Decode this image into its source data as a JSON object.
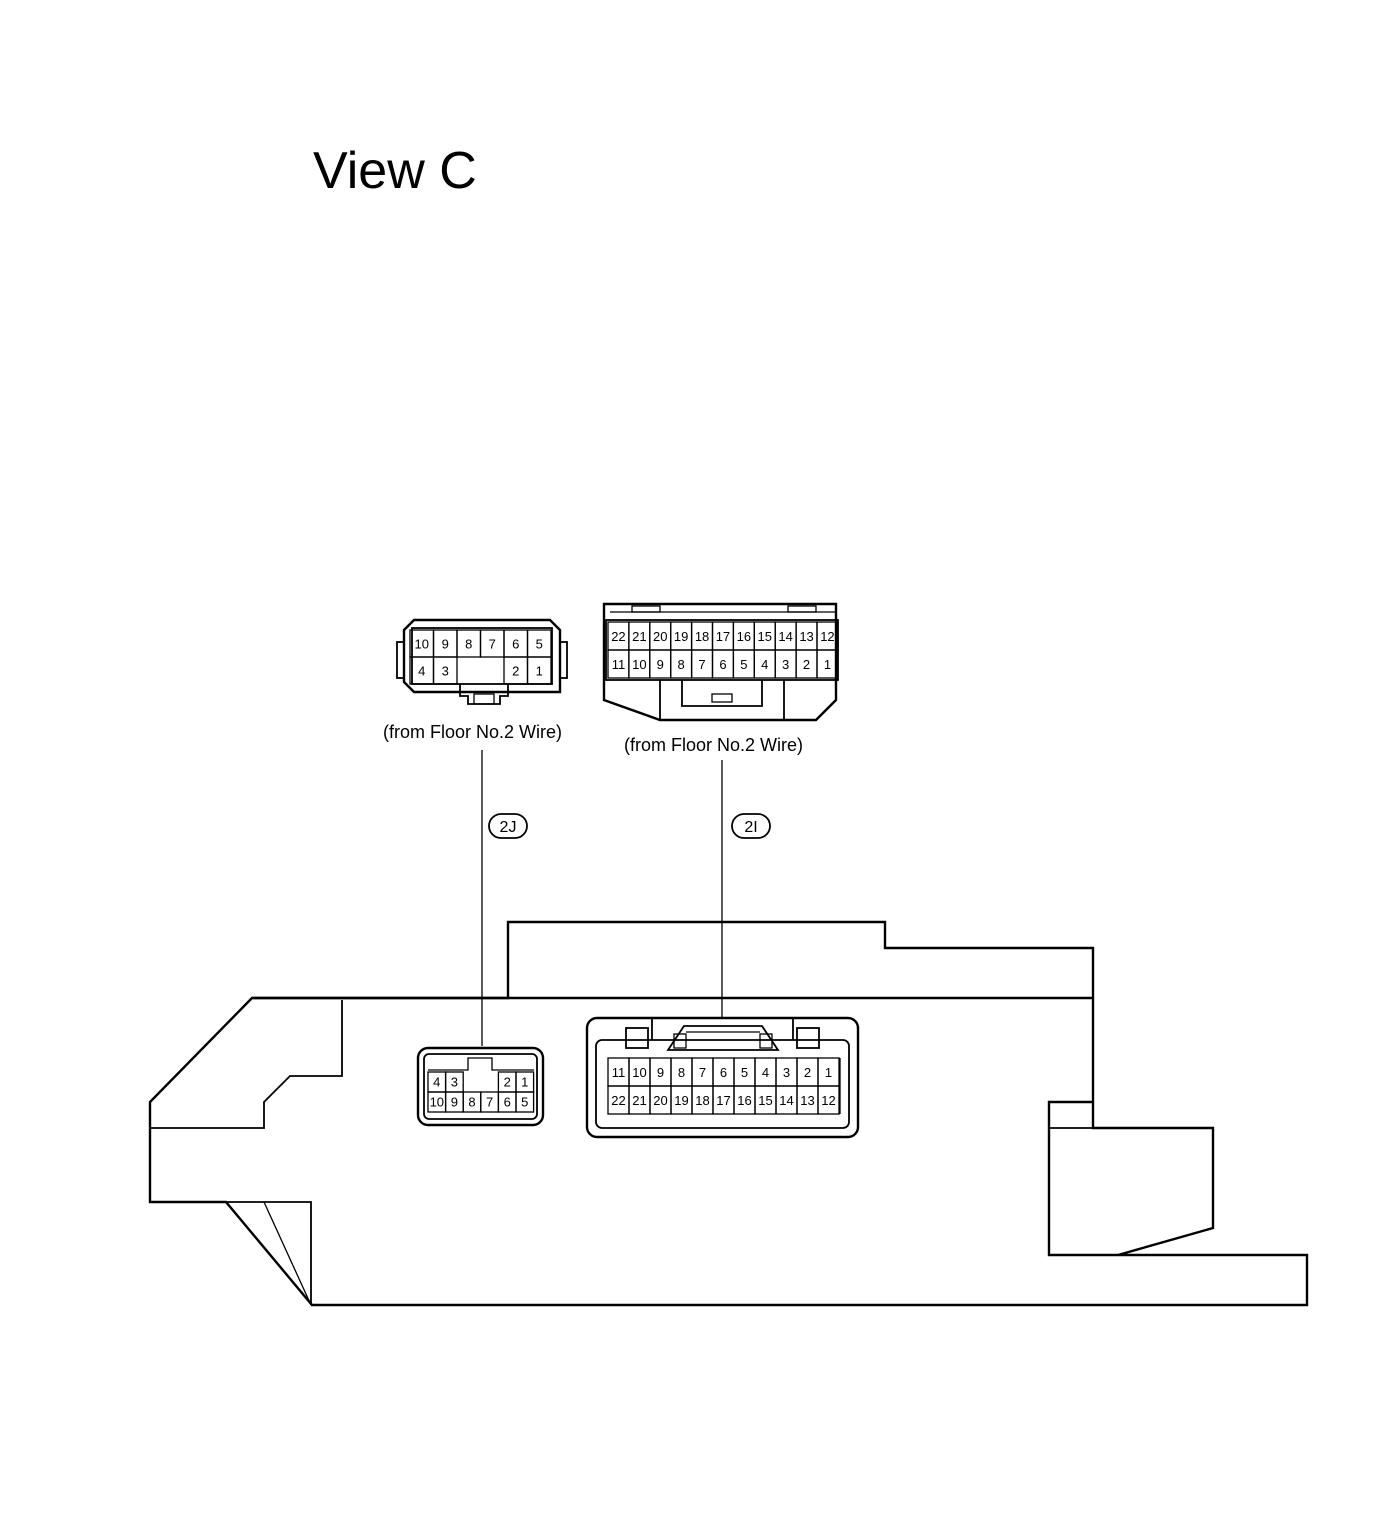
{
  "title": "View C",
  "connectors": [
    {
      "code": "2J",
      "source_label": "(from Floor No.2 Wire)",
      "harness_side_rows": [
        [
          "10",
          "9",
          "8",
          "7",
          "6",
          "5"
        ],
        [
          "4",
          "3",
          "",
          "",
          "2",
          "1"
        ]
      ],
      "device_side_rows": [
        [
          "4",
          "3",
          "",
          "",
          "2",
          "1"
        ],
        [
          "10",
          "9",
          "8",
          "7",
          "6",
          "5"
        ]
      ]
    },
    {
      "code": "2I",
      "source_label": "(from Floor No.2 Wire)",
      "harness_side_rows": [
        [
          "22",
          "21",
          "20",
          "19",
          "18",
          "17",
          "16",
          "15",
          "14",
          "13",
          "12"
        ],
        [
          "11",
          "10",
          "9",
          "8",
          "7",
          "6",
          "5",
          "4",
          "3",
          "2",
          "1"
        ]
      ],
      "device_side_rows": [
        [
          "11",
          "10",
          "9",
          "8",
          "7",
          "6",
          "5",
          "4",
          "3",
          "2",
          "1"
        ],
        [
          "22",
          "21",
          "20",
          "19",
          "18",
          "17",
          "16",
          "15",
          "14",
          "13",
          "12"
        ]
      ]
    }
  ]
}
